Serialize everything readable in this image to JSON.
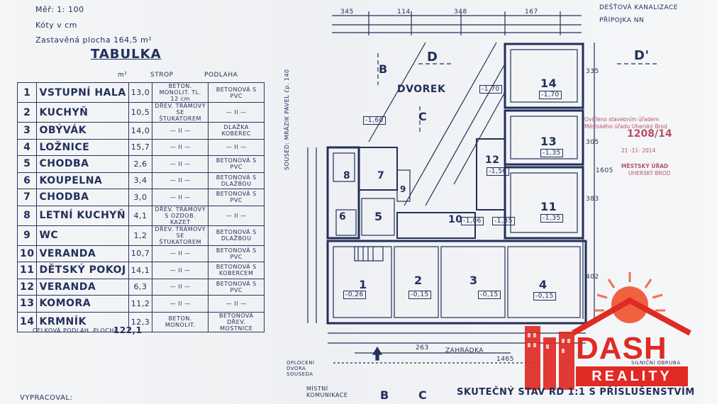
{
  "header": {
    "scale": "Měř: 1: 100",
    "kotty": "Kóty v cm",
    "built_area": "Zastavěná plocha 164,5 m²"
  },
  "table": {
    "title": "TABULKA",
    "col_area": "m²",
    "col_strop": "STROP",
    "col_podlaha": "PODLAHA",
    "rows": [
      {
        "n": "1",
        "name": "VSTUPNÍ HALA",
        "area": "13,0",
        "strop": "BETON. MONOLIT. TL. 12 cm",
        "podlaha": "BETONOVÁ S PVC"
      },
      {
        "n": "2",
        "name": "KUCHYŇ",
        "area": "10,5",
        "strop": "DŘEV. TRÁMOVÝ SE ŠTUKATOREM",
        "podlaha": "— II —"
      },
      {
        "n": "3",
        "name": "OBÝVÁK",
        "area": "14,0",
        "strop": "— II —",
        "podlaha": "DLAŽKA KOBEREC"
      },
      {
        "n": "4",
        "name": "LOŽNICE",
        "area": "15,7",
        "strop": "— II —",
        "podlaha": "— II —"
      },
      {
        "n": "5",
        "name": "CHODBA",
        "area": "2,6",
        "strop": "— II —",
        "podlaha": "BETONOVÁ S PVC"
      },
      {
        "n": "6",
        "name": "KOUPELNA",
        "area": "3,4",
        "strop": "— II —",
        "podlaha": "BETONOVÁ S DLAŽBOU"
      },
      {
        "n": "7",
        "name": "CHODBA",
        "area": "3,0",
        "strop": "— II —",
        "podlaha": "BETONOVÁ S PVC"
      },
      {
        "n": "8",
        "name": "LETNÍ KUCHYŇ",
        "area": "4,1",
        "strop": "DŘEV. TRÁMOVÝ S OZDOB. KAZET",
        "podlaha": "— II —"
      },
      {
        "n": "9",
        "name": "WC",
        "area": "1,2",
        "strop": "DŘEV. TRÁMOVÝ SE ŠTUKATOREM",
        "podlaha": "BETONOVÁ S DLAŽBOU"
      },
      {
        "n": "10",
        "name": "VERANDA",
        "area": "10,7",
        "strop": "— II —",
        "podlaha": "BETONOVÁ S PVC"
      },
      {
        "n": "11",
        "name": "DĚTSKÝ POKOJ",
        "area": "14,1",
        "strop": "— II —",
        "podlaha": "BETONOVÁ S KOBERCEM"
      },
      {
        "n": "12",
        "name": "VERANDA",
        "area": "6,3",
        "strop": "— II —",
        "podlaha": "BETONOVÁ S PVC"
      },
      {
        "n": "13",
        "name": "KOMORA",
        "area": "11,2",
        "strop": "— II —",
        "podlaha": "— II —"
      },
      {
        "n": "14",
        "name": "KRMNÍK",
        "area": "12,3",
        "strop": "BETON. MONOLIT.",
        "podlaha": "BETONOVÁ DŘEV. MOSTNICE"
      }
    ],
    "total_label": "CELKOVÁ PODLAH. PLOCHA",
    "total_value": "122,1"
  },
  "footer": {
    "vypracoval": "VYPRACOVAL:",
    "title": "SKUTEČNÝ STAV RD 1:1 S PŘÍSLUŠENSTVÍM"
  },
  "plan": {
    "dvorek": "DVOREK",
    "zahradka": "ZAHRÁDKA",
    "sewer": "DEŠŤOVÁ KANALIZACE",
    "electric": "PŘÍPOJKA NN",
    "neighbor": "SOUSED: MRÁZIK PAVEL čp. 140",
    "fence": "OPLOCENÍ DVORA SOUSEDA",
    "road": "MÍSTNÍ KOMUNIKACE",
    "wall": "SILNIČNÍ OBRUBA",
    "section_b": "B",
    "section_c": "C",
    "section_d": "D",
    "section_d2": "D'",
    "dims_top": [
      "345",
      "114",
      "348",
      "167"
    ],
    "dims_right": [
      "335",
      "305",
      "1605",
      "383",
      "402"
    ],
    "dims_bottom": [
      "1465",
      "263"
    ],
    "room_numbers": [
      "1",
      "2",
      "3",
      "4",
      "5",
      "6",
      "7",
      "8",
      "9",
      "10",
      "11",
      "12",
      "13",
      "14"
    ],
    "room_levels": [
      "-1,70",
      "-1,70",
      "-1,60",
      "-1,50",
      "-1,35",
      "-1,35",
      "-1,06",
      "-1,35",
      "-0,15",
      "-0,15",
      "-0,15",
      "-0,26"
    ]
  },
  "stamp": {
    "line1": "Ověřeno stavebním úřadem",
    "line2": "Městského úřadu Uherský Brod",
    "number": "1208/14",
    "date": "21 -11- 2014",
    "office": "MĚSTSKÝ ÚŘAD",
    "city": "UHERSKÝ BROD"
  },
  "logo": {
    "brand": "DASH",
    "sub": "REALITY",
    "colors": {
      "red": "#e02a24",
      "orange": "#f0522a"
    }
  }
}
